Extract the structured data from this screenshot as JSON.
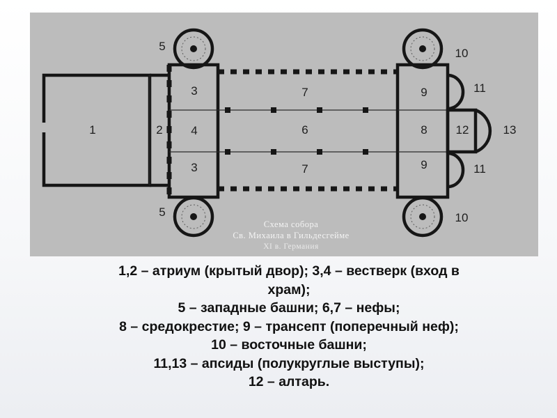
{
  "plan": {
    "labels": {
      "n1": "1",
      "n2": "2",
      "n3a": "3",
      "n3b": "3",
      "n4": "4",
      "n5a": "5",
      "n5b": "5",
      "n6": "6",
      "n7a": "7",
      "n7b": "7",
      "n8": "8",
      "n9a": "9",
      "n9b": "9",
      "n10a": "10",
      "n10b": "10",
      "n11a": "11",
      "n11b": "11",
      "n12": "12",
      "n13": "13"
    },
    "caption": {
      "line1": "Схема собора",
      "line2": "Св. Михаила в Гильдесгейме",
      "line3": "XI в. Германия"
    }
  },
  "legend": {
    "line1": "1,2 – атриум (крытый двор); 3,4 – вестверк (вход в",
    "line2": "храм);",
    "line3": "5 – западные башни; 6,7 – нефы;",
    "line4": "8 – средокрестие; 9 – трансепт (поперечный неф);",
    "line5": "10 – восточные башни;",
    "line6": "11,13 – апсиды (полукруглые выступы);",
    "line7": "12 – алтарь."
  },
  "colors": {
    "plan_bg": "#bcbcbc",
    "ink": "#161616",
    "text": "#111111"
  }
}
